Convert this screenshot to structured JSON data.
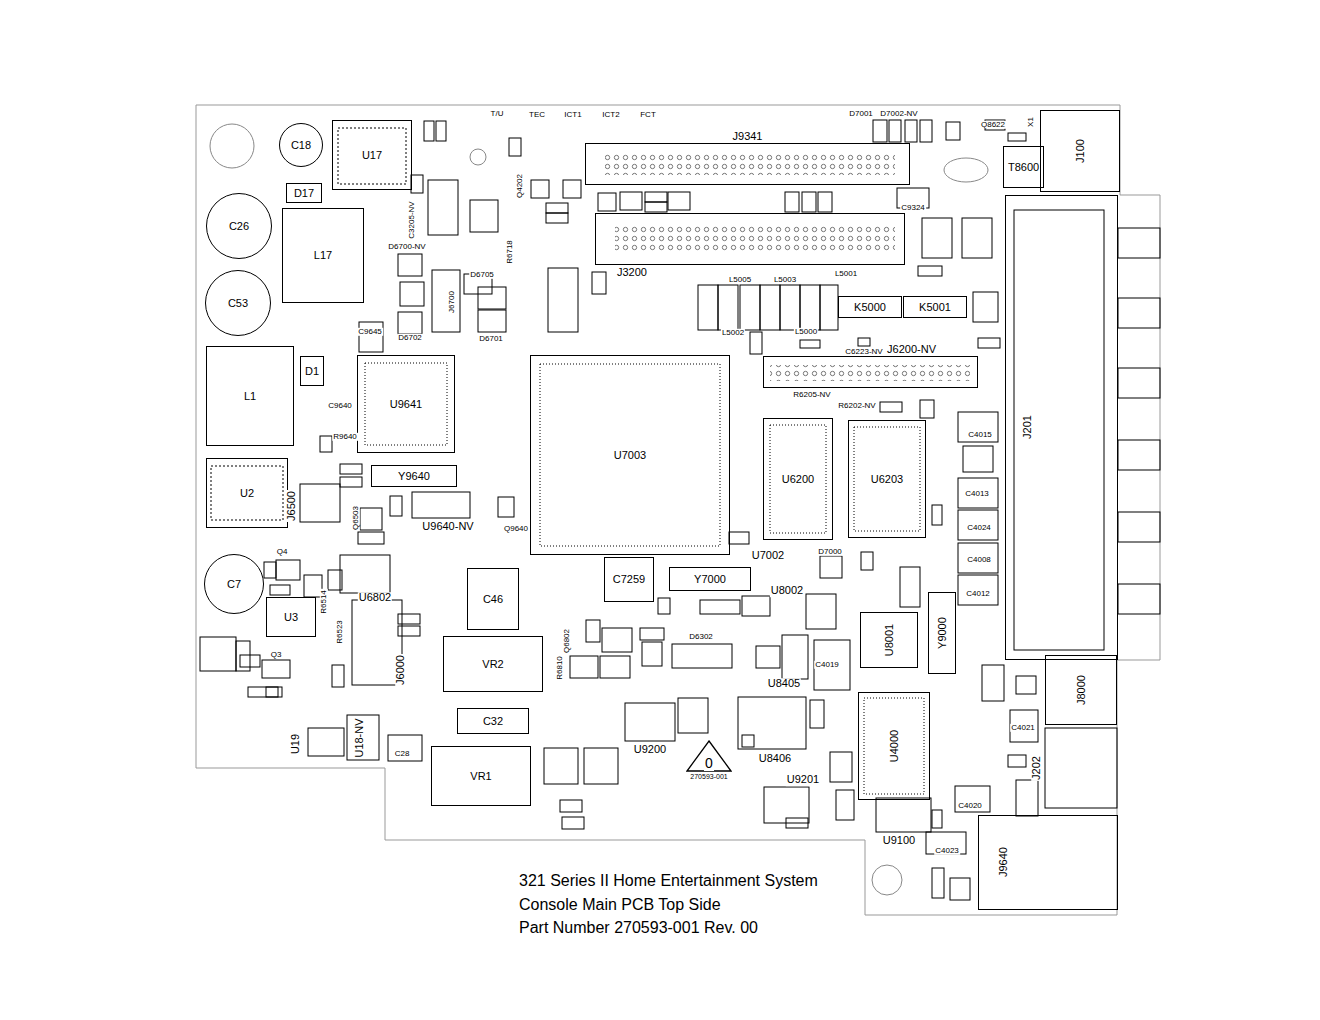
{
  "diagram": {
    "nodes": [
      {
        "text": [
          "C18"
        ]
      },
      {
        "text": [
          "U17"
        ]
      },
      {
        "text": [
          "J9341"
        ]
      },
      {
        "text": [
          "J100"
        ]
      },
      {
        "text": [
          "T8600"
        ]
      },
      {
        "text": [
          "D17"
        ]
      },
      {
        "text": [
          "C26"
        ]
      },
      {
        "text": [
          "L17"
        ]
      },
      {
        "text": [
          "J3200"
        ]
      },
      {
        "text": [
          "J201"
        ]
      },
      {
        "text": [
          "C53"
        ]
      },
      {
        "text": [
          "K5000"
        ]
      },
      {
        "text": [
          "K5001"
        ]
      },
      {
        "text": [
          "L1"
        ]
      },
      {
        "text": [
          "D1"
        ]
      },
      {
        "text": [
          "U9641"
        ]
      },
      {
        "text": [
          "J6200-NV"
        ]
      },
      {
        "text": [
          "U7003"
        ]
      },
      {
        "text": [
          "U6200"
        ]
      },
      {
        "text": [
          "U6203"
        ]
      },
      {
        "text": [
          "U2"
        ]
      },
      {
        "text": [
          "Y9640"
        ]
      },
      {
        "text": [
          "C7"
        ]
      },
      {
        "text": [
          "C7259"
        ]
      },
      {
        "text": [
          "Y7000"
        ]
      },
      {
        "text": [
          "C46"
        ]
      },
      {
        "text": [
          "U3"
        ]
      },
      {
        "text": [
          "Y9000"
        ]
      },
      {
        "text": [
          "U8001"
        ]
      },
      {
        "text": [
          "VR2"
        ]
      },
      {
        "text": [
          "J8000"
        ]
      },
      {
        "text": [
          "U4000"
        ]
      },
      {
        "text": [
          "C32"
        ]
      },
      {
        "text": [
          "0",
          "270593-001"
        ]
      },
      {
        "text": [
          "VR1"
        ]
      },
      {
        "text": [
          "J9640"
        ]
      }
    ],
    "labels": [
      "T/U",
      "TEC",
      "ICT1",
      "ICT2",
      "FCT",
      "D7001",
      "D7002-NV",
      "X1",
      "Q8622",
      "C9324",
      "D6700-NV",
      "D6705",
      "J6700",
      "D6702",
      "D6701",
      "C9645",
      "Q4202",
      "C3205-NV",
      "R6718",
      "L5005",
      "L5003",
      "L5001",
      "L5002",
      "L5000",
      "C6223-NV",
      "R6205-NV",
      "R6202-NV",
      "C9640",
      "R9640",
      "J6500",
      "Q6503",
      "U9640-NV",
      "Q9640",
      "U7002",
      "D7000",
      "U8002",
      "C4015",
      "C4013",
      "C4024",
      "C4008",
      "C4012",
      "Q4",
      "U6802",
      "R6514",
      "R6523",
      "J6000",
      "Q3",
      "R6810",
      "Q6802",
      "D6302",
      "C4019",
      "U8405",
      "C4021",
      "J202",
      "U19",
      "U18-NV",
      "C28",
      "U9200",
      "U8406",
      "U9201",
      "C4020",
      "U9100",
      "C4023",
      "321 Series II Home Entertainment System",
      "Console Main PCB Top Side",
      "Part Number 270593-001 Rev. 00"
    ]
  }
}
